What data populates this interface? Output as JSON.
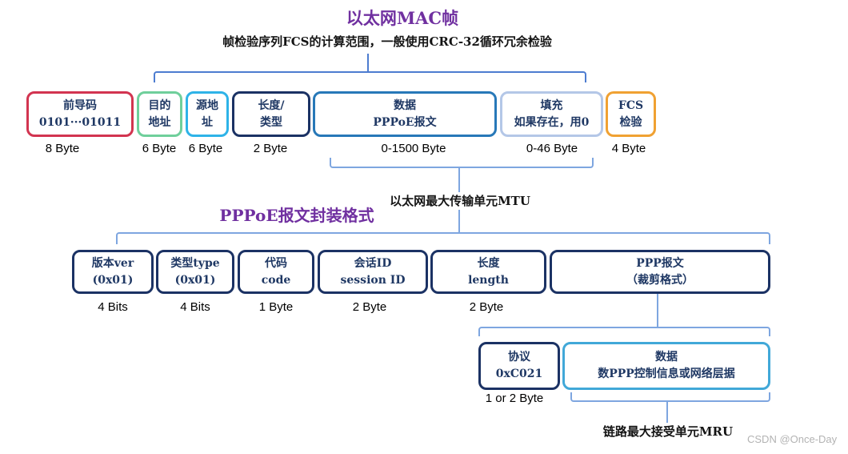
{
  "titles": {
    "main": "以太网MAC帧",
    "subtitle": "帧检验序列FCS的计算范围，一般使用CRC-32循环冗余检验",
    "pppoe": "PPPoE报文封装格式"
  },
  "notes": {
    "mtu": "以太网最大传输单元MTU",
    "mru": "链路最大接受单元MRU"
  },
  "watermark": "CSDN @Once-Day",
  "colors": {
    "title_purple": "#7030A0",
    "bracket_dark_blue": "#4D7CD0",
    "bracket_light_blue": "#7EA6E0",
    "field_text_navy": "#1F3864",
    "preamble_border": "#D23450",
    "dest_addr_border": "#6FCF9B",
    "src_addr_border": "#2EB3E8",
    "navy_border": "#1B3264",
    "data_border": "#2778B8",
    "padding_border": "#B4C7E7",
    "fcs_border": "#F0A132",
    "ppp_data_border": "#41A8D8",
    "watermark_gray": "#B3B3B3"
  },
  "mac": {
    "fields": [
      {
        "line1": "前导码",
        "line2": "0101···01011",
        "size": "8 Byte"
      },
      {
        "line1": "目的",
        "line2": "地址",
        "size": "6 Byte"
      },
      {
        "line1": "源地",
        "line2": "址",
        "size": "6 Byte"
      },
      {
        "line1": "长度/",
        "line2": "类型",
        "size": "2 Byte"
      },
      {
        "line1": "数据",
        "line2": "PPPoE报文",
        "size": "0-1500 Byte"
      },
      {
        "line1": "填充",
        "line2": "如果存在，用0",
        "size": "0-46 Byte"
      },
      {
        "line1": "FCS",
        "line2": "检验",
        "size": "4 Byte"
      }
    ]
  },
  "pppoe": {
    "fields": [
      {
        "line1": "版本ver",
        "line2": "(0x01)",
        "size": "4 Bits"
      },
      {
        "line1": "类型type",
        "line2": "(0x01)",
        "size": "4 Bits"
      },
      {
        "line1": "代码",
        "line2": "code",
        "size": "1 Byte"
      },
      {
        "line1": "会话ID",
        "line2": "session ID",
        "size": "2 Byte"
      },
      {
        "line1": "长度",
        "line2": "length",
        "size": "2 Byte"
      },
      {
        "line1": "PPP报文",
        "line2": "（裁剪格式）",
        "size": ""
      }
    ]
  },
  "ppp": {
    "fields": [
      {
        "line1": "协议",
        "line2": "0xC021",
        "size": "1 or 2 Byte"
      },
      {
        "line1": "数据",
        "line2": "数PPP控制信息或网络层据",
        "size": ""
      }
    ]
  }
}
